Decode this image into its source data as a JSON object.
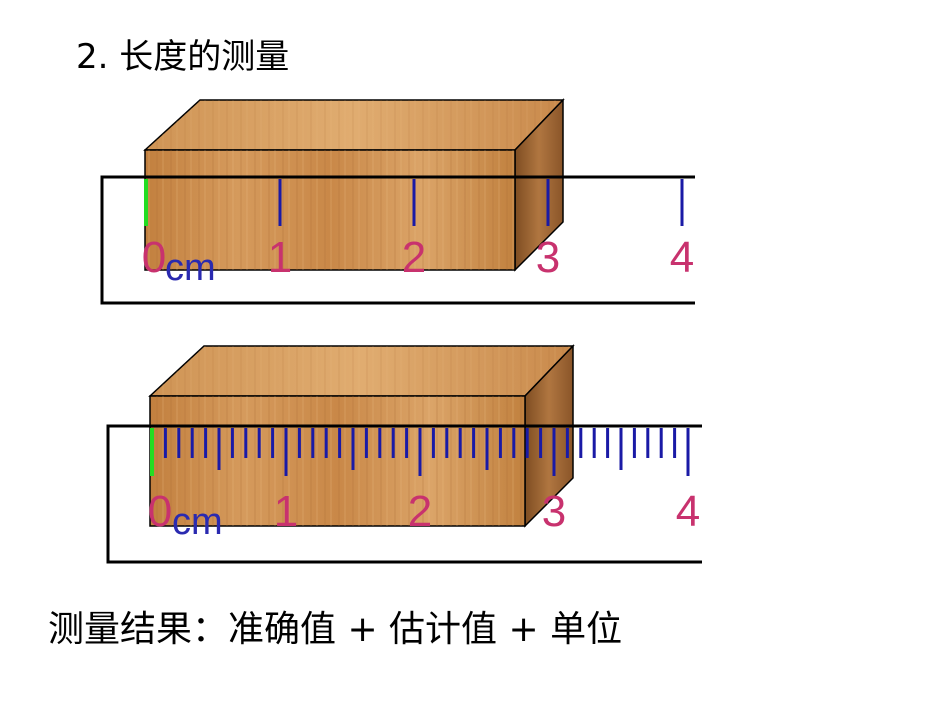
{
  "title": "2. 长度的测量",
  "result": "测量结果：准确值 + 估计值 + 单位",
  "colors": {
    "tick": "#1a1aa6",
    "zero_tick": "#22dd22",
    "number": "#c8326e",
    "unit": "#2a2ab0",
    "wood_front": "#c98a4e",
    "wood_top": "#d9a466",
    "wood_side": "#9c6432"
  },
  "rulers": [
    {
      "name": "coarse",
      "unit": "cm",
      "labels": [
        "0",
        "1",
        "2",
        "3",
        "4"
      ],
      "minor_divisions": 1
    },
    {
      "name": "fine",
      "unit": "cm",
      "labels": [
        "0",
        "1",
        "2",
        "3",
        "4"
      ],
      "minor_divisions": 10
    }
  ]
}
